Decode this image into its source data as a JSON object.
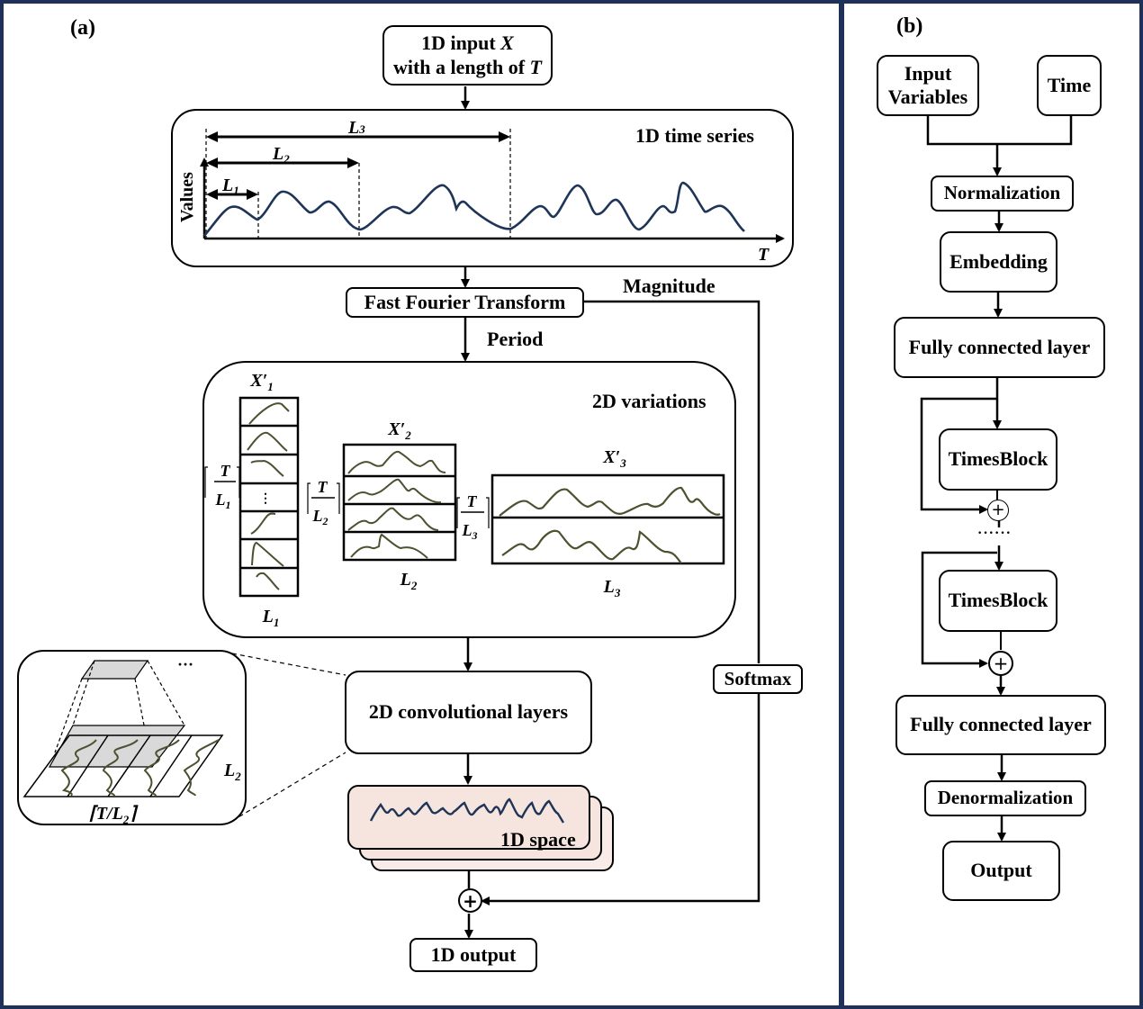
{
  "panels": {
    "a": {
      "label": "(a)"
    },
    "b": {
      "label": "(b)"
    }
  },
  "panel_a": {
    "input_box": {
      "line1": "1D input X",
      "line2": "with a length of T"
    },
    "time_series": {
      "title": "1D time series",
      "y_axis_label": "Values",
      "x_axis_label": "T",
      "period_labels": [
        "L1",
        "L2",
        "L3"
      ]
    },
    "fft_box": {
      "label": "Fast Fourier Transform"
    },
    "magnitude_label": "Magnitude",
    "period_label": "Period",
    "variations": {
      "title": "2D variations",
      "tensors": [
        {
          "name": "X'1",
          "rows_label": "⌈T/L1⌉",
          "cols_label": "L1",
          "rows": 7
        },
        {
          "name": "X'2",
          "rows_label": "⌈T/L2⌉",
          "cols_label": "L2",
          "rows": 4
        },
        {
          "name": "X'3",
          "rows_label": "⌈T/L3⌉",
          "cols_label": "L3",
          "rows": 2
        }
      ],
      "ellipsis": "⋮"
    },
    "conv_inset": {
      "ellipsis": "···",
      "side_label": "L2",
      "bottom_label": "⌈T/L2⌉"
    },
    "conv_box": {
      "label": "2D convolutional layers"
    },
    "softmax_box": {
      "label": "Softmax"
    },
    "space_stack": {
      "label": "1D space"
    },
    "sum_symbol": "+",
    "output_box": {
      "label": "1D output"
    }
  },
  "panel_b": {
    "input_variables": {
      "line1": "Input",
      "line2": "Variables"
    },
    "time": {
      "label": "Time"
    },
    "normalization": {
      "label": "Normalization"
    },
    "embedding": {
      "label": "Embedding"
    },
    "fc_top": {
      "label": "Fully connected layer"
    },
    "timesblock_1": {
      "label": "TimesBlock"
    },
    "dots": "······",
    "timesblock_2": {
      "label": "TimesBlock"
    },
    "fc_bottom": {
      "label": "Fully connected layer"
    },
    "denormalization": {
      "label": "Denormalization"
    },
    "output": {
      "label": "Output"
    },
    "sum_symbol": "+"
  },
  "colors": {
    "frame": "#1f3158",
    "series_line": "#1f3558",
    "wave_line": "#4b5230",
    "space_fill": "#f6e4de",
    "inset_fill": "#d9d9d9"
  }
}
